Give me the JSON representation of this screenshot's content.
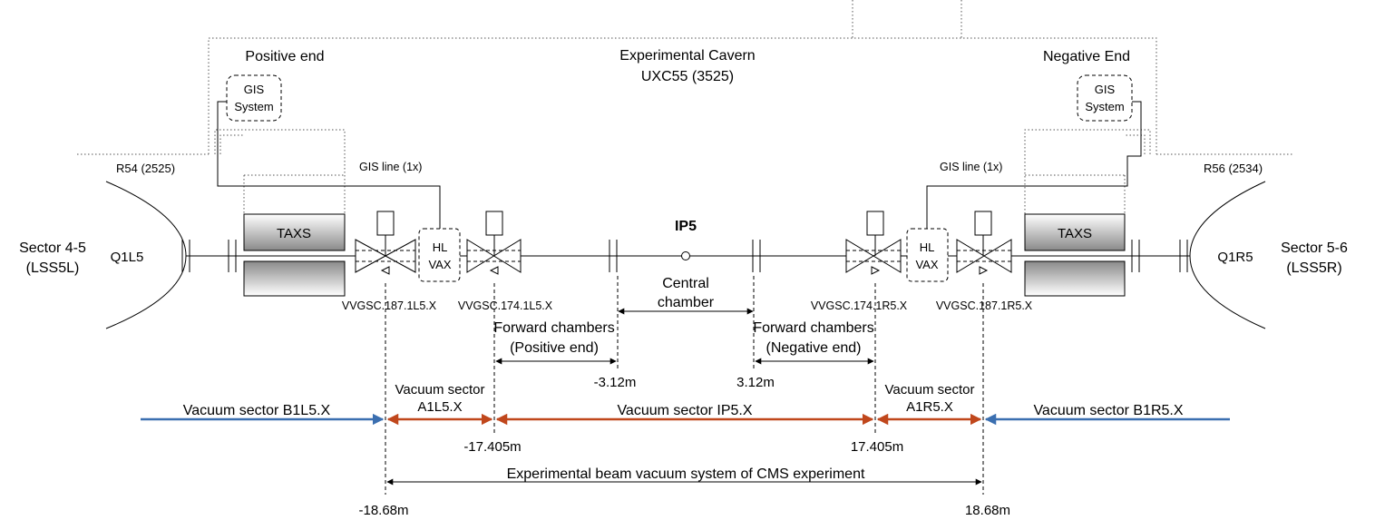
{
  "colors": {
    "blue": "#3b6fb0",
    "red": "#c0471c",
    "line": "#000000"
  },
  "cavern": {
    "title": "Experimental Cavern",
    "code": "UXC55 (3525)"
  },
  "positive_end": {
    "label": "Positive end",
    "gis_line1": "GIS",
    "gis_line2": "System",
    "gis_line_label": "GIS line (1x)"
  },
  "negative_end": {
    "label": "Negative End",
    "gis_line1": "GIS",
    "gis_line2": "System",
    "gis_line_label": "GIS line (1x)"
  },
  "r54": "R54 (2525)",
  "r56": "R56 (2534)",
  "sector_left": {
    "line1": "Sector 4-5",
    "line2": "(LSS5L)",
    "magnet": "Q1L5"
  },
  "sector_right": {
    "line1": "Sector 5-6",
    "line2": "(LSS5R)",
    "magnet": "Q1R5"
  },
  "taxs_left": "TAXS",
  "taxs_right": "TAXS",
  "hlvax_left": {
    "line1": "HL",
    "line2": "VAX"
  },
  "hlvax_right": {
    "line1": "HL",
    "line2": "VAX"
  },
  "ip5": "IP5",
  "valves": {
    "v187L": "VVGSC.187.1L5.X",
    "v174L": "VVGSC.174.1L5.X",
    "v174R": "VVGSC.174.1R5.X",
    "v187R": "VVGSC.187.1R5.X"
  },
  "central_chamber": {
    "line1": "Central",
    "line2": "chamber"
  },
  "forward_pos": {
    "line1": "Forward chambers",
    "line2": "(Positive end)"
  },
  "forward_neg": {
    "line1": "Forward chambers",
    "line2": "(Negative end)"
  },
  "positions": {
    "m312": "-3.12m",
    "p312": "3.12m",
    "m17405": "-17.405m",
    "p17405": "17.405m",
    "m1868": "-18.68m",
    "p1868": "18.68m"
  },
  "sectors": {
    "b1l5": "Vacuum sector B1L5.X",
    "a1l5_1": "Vacuum sector",
    "a1l5_2": "A1L5.X",
    "ip5x": "Vacuum sector IP5.X",
    "a1r5_1": "Vacuum sector",
    "a1r5_2": "A1R5.X",
    "b1r5": "Vacuum sector B1R5.X"
  },
  "system_label": "Experimental beam vacuum system of CMS experiment"
}
